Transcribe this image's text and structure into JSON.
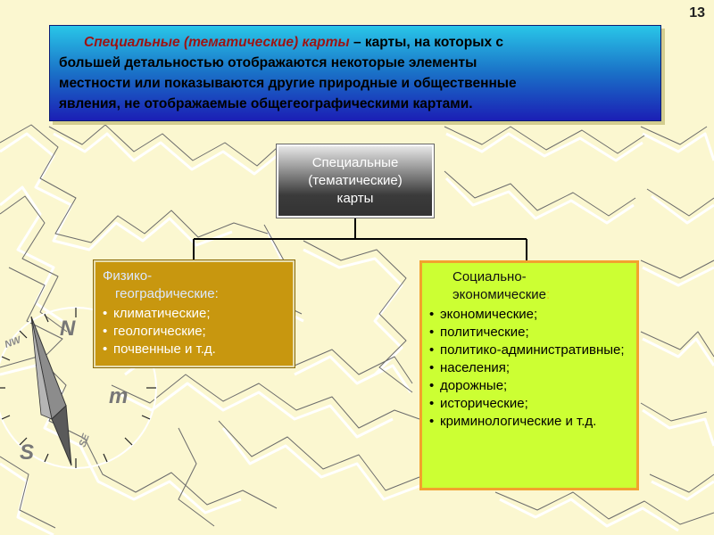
{
  "slide_number": "13",
  "definition": {
    "term": "Специальные (тематические) карты",
    "text_lines": [
      "– карты, на которых с",
      "большей детальностью отображаются некоторые элементы",
      "местности или показываются другие природные и общественные",
      "явления, не отображаемые общегеографическими картами."
    ]
  },
  "root": {
    "lines": [
      "Специальные",
      "(тематические)",
      "карты"
    ]
  },
  "left_branch": {
    "title_line1": "Физико-",
    "title_line2": "географические:",
    "items": [
      "климатические;",
      "геологические;",
      "почвенные и т.д."
    ]
  },
  "right_branch": {
    "title_line1": "Социально-",
    "title_line2": "экономические",
    "title_colon": ":",
    "items": [
      "экономические;",
      "политические;",
      "политико-административные;",
      "населения;",
      "дорожные;",
      "исторические;",
      "криминологические и т.д."
    ]
  },
  "compass": {
    "north": "N",
    "south": "S",
    "northwest": "NW",
    "southeast": "SE",
    "mark": "m"
  },
  "colors": {
    "definition_gradient": [
      "#29c6e8",
      "#1b1fb5"
    ],
    "term": "#9c1313",
    "left_box": "#c8970f",
    "right_box": "#ccff33",
    "right_border": "#f2a22e",
    "background": "#fbf7d0"
  }
}
